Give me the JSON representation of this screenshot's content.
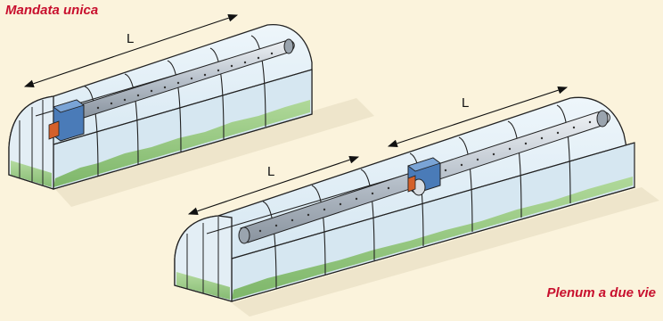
{
  "captions": {
    "top": "Mandata unica",
    "bottom": "Plenum a due vie"
  },
  "dimensions": {
    "top_length_label": "L",
    "bottom_left_length_label": "L",
    "bottom_right_length_label": "L"
  },
  "colors": {
    "background": "#fbf3dc",
    "caption": "#c8102e",
    "glass": "#dbeaf4",
    "duct": "#bcc5cf",
    "heater": "#4a7bb8",
    "fan": "#d4602a",
    "plants": "#8cc26a"
  }
}
